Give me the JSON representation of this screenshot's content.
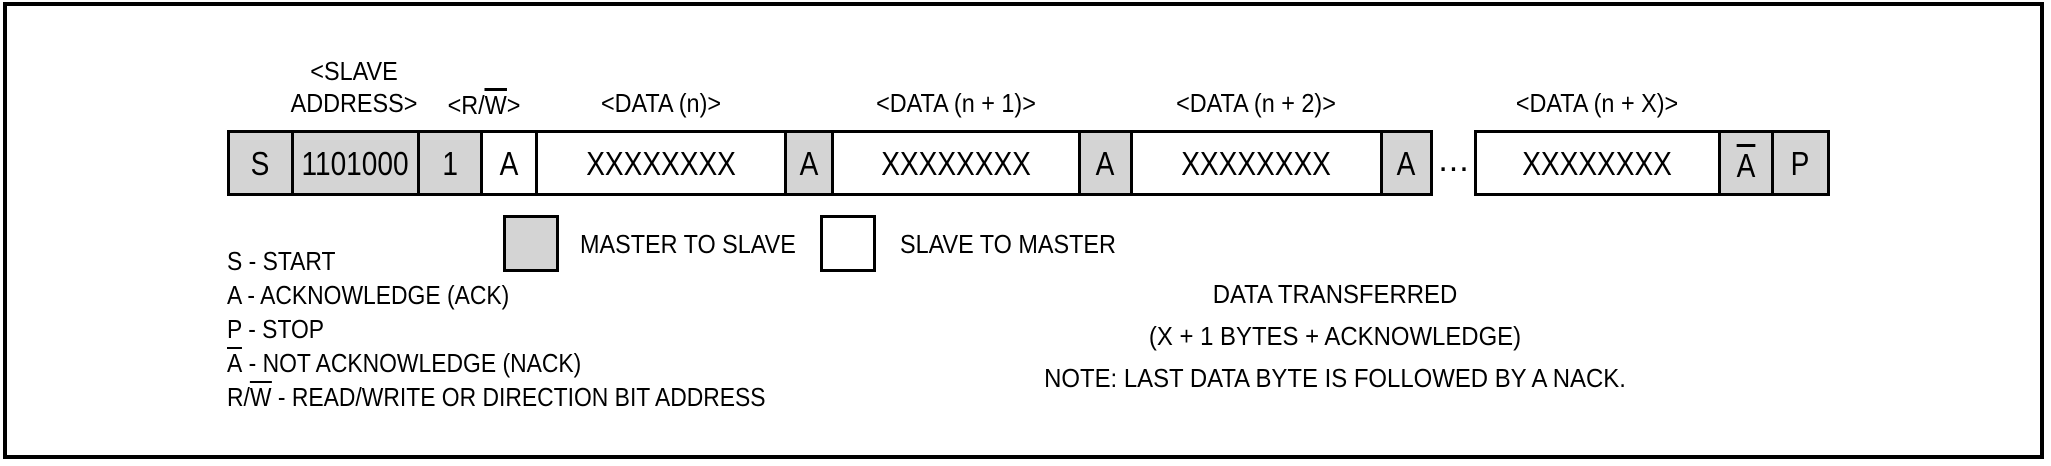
{
  "figure": {
    "type": "i2c-data-transfer-format",
    "colors": {
      "master_fill_gray": "#d4d4d4",
      "slave_fill_white": "#ffffff",
      "line_black": "#000000",
      "background": "#ffffff"
    },
    "column_labels": {
      "slave_address_line1": "<SLAVE",
      "slave_address_line2": "ADDRESS>",
      "rw": {
        "pre": "<R/",
        "overline": "W",
        "post": ">"
      },
      "data_n": "<DATA (n)>",
      "data_n1": "<DATA (n + 1)>",
      "data_n2": "<DATA (n + 2)>",
      "data_nx": "<DATA (n + X)>"
    },
    "sequence": {
      "segments": [
        {
          "text": "S",
          "direction": "master-to-slave"
        },
        {
          "text": "1101000",
          "direction": "master-to-slave"
        },
        {
          "text": "1",
          "direction": "master-to-slave"
        },
        {
          "text": "A",
          "direction": "slave-to-master"
        },
        {
          "text": "XXXXXXXX",
          "direction": "slave-to-master"
        },
        {
          "text": "A",
          "direction": "master-to-slave"
        },
        {
          "text": "XXXXXXXX",
          "direction": "slave-to-master"
        },
        {
          "text": "A",
          "direction": "master-to-slave"
        },
        {
          "text": "XXXXXXXX",
          "direction": "slave-to-master"
        },
        {
          "text": "A",
          "direction": "master-to-slave"
        },
        {
          "text": "XXXXXXXX",
          "direction": "slave-to-master"
        },
        {
          "text": "A",
          "overline": true,
          "direction": "master-to-slave"
        },
        {
          "text": "P",
          "direction": "master-to-slave"
        }
      ],
      "ellipsis": "..."
    },
    "legend": {
      "master_to_slave": "MASTER TO SLAVE",
      "slave_to_master": "SLAVE TO MASTER"
    },
    "definitions": [
      {
        "sym": "S",
        "rest": " - START"
      },
      {
        "sym": "A",
        "rest": " - ACKNOWLEDGE (ACK)"
      },
      {
        "sym": "P",
        "rest": " - STOP"
      },
      {
        "sym": "A",
        "overline": true,
        "rest": " - NOT ACKNOWLEDGE (NACK)"
      },
      {
        "sym_pre": "R/",
        "sym": "W",
        "overline": true,
        "rest": " - READ/WRITE OR DIRECTION BIT ADDRESS"
      }
    ],
    "note_lines": [
      "DATA TRANSFERRED",
      "(X + 1 BYTES + ACKNOWLEDGE)",
      "NOTE: LAST DATA BYTE IS FOLLOWED BY A NACK."
    ]
  }
}
